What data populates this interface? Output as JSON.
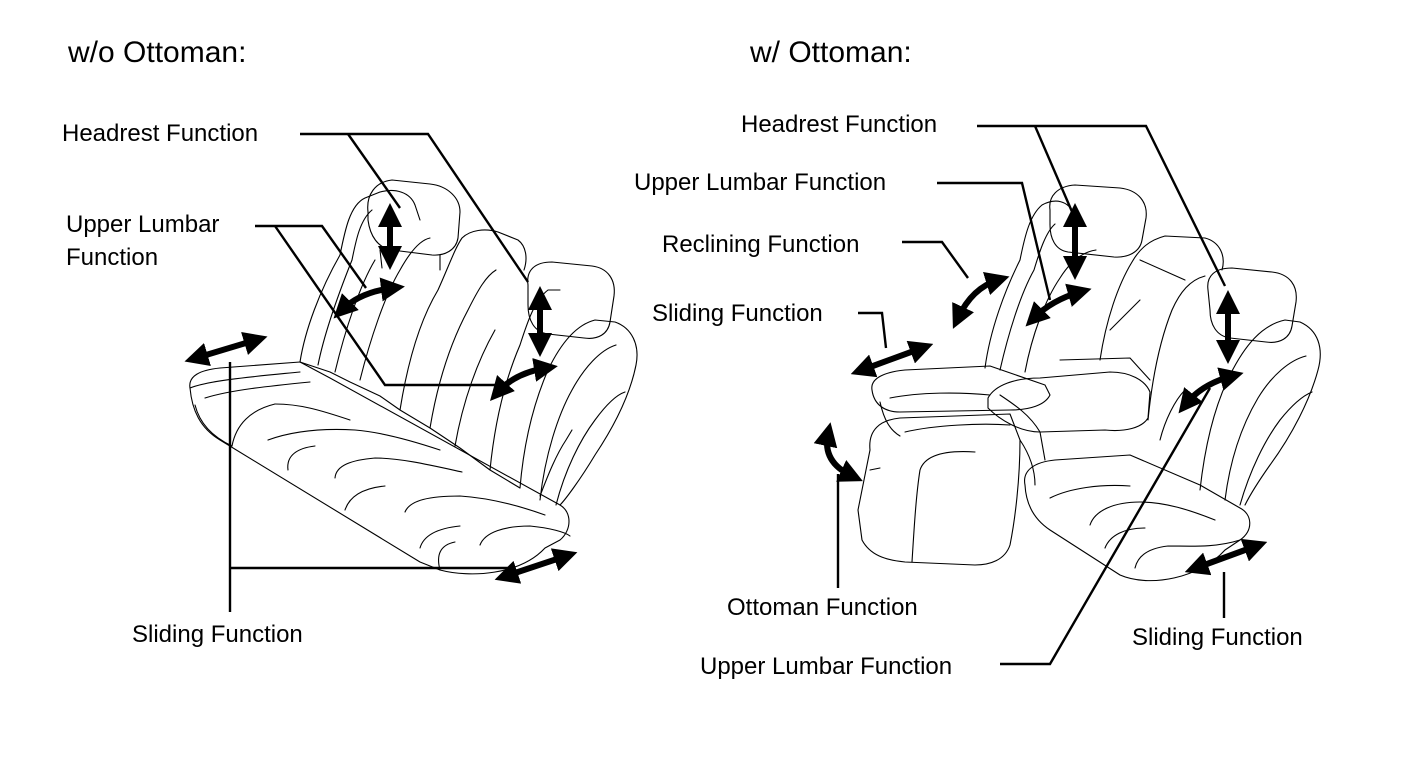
{
  "left_panel": {
    "title": "w/o Ottoman:",
    "labels": {
      "headrest": "Headrest Function",
      "upper_lumbar_line1": "Upper Lumbar",
      "upper_lumbar_line2": "Function",
      "sliding": "Sliding Function"
    }
  },
  "right_panel": {
    "title": "w/ Ottoman:",
    "labels": {
      "headrest": "Headrest Function",
      "upper_lumbar_top": "Upper Lumbar Function",
      "reclining": "Reclining Function",
      "sliding_left": "Sliding Function",
      "ottoman": "Ottoman Function",
      "upper_lumbar_bottom": "Upper Lumbar Function",
      "sliding_right": "Sliding Function"
    }
  }
}
